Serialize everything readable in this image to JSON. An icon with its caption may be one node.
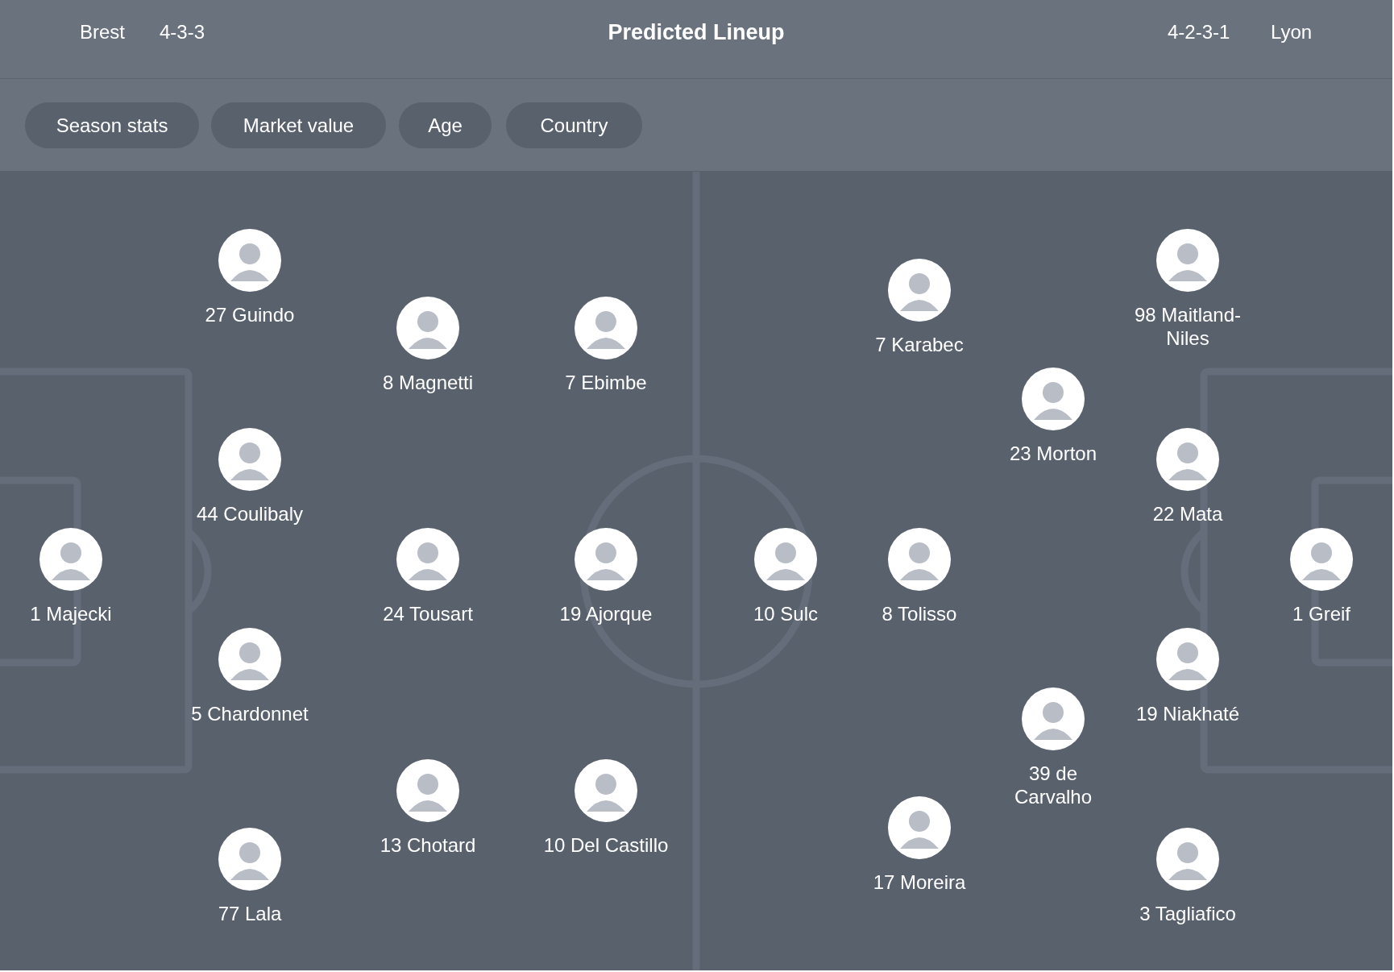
{
  "diagram": {
    "title": "Predicted Lineup",
    "nodes": [
      {
        "text": [
          "Season stats"
        ]
      },
      {
        "text": [
          "Market value"
        ]
      },
      {
        "text": [
          "Age"
        ]
      },
      {
        "text": [
          "Country"
        ]
      },
      {
        "text": [
          "1 Majecki"
        ]
      },
      {
        "text": [
          "27 Guindo"
        ]
      },
      {
        "text": [
          "44 Coulibaly"
        ]
      },
      {
        "text": [
          "5 Chardonnet"
        ]
      },
      {
        "text": [
          "77 Lala"
        ]
      },
      {
        "text": [
          "8 Magnetti"
        ]
      },
      {
        "text": [
          "24 Tousart"
        ]
      },
      {
        "text": [
          "13 Chotard"
        ]
      },
      {
        "text": [
          "7 Ebimbe"
        ]
      },
      {
        "text": [
          "19 Ajorque"
        ]
      },
      {
        "text": [
          "10 Del Castillo"
        ]
      },
      {
        "text": [
          "10 Sulc"
        ]
      },
      {
        "text": [
          "7 Karabec"
        ]
      },
      {
        "text": [
          "8 Tolisso"
        ]
      },
      {
        "text": [
          "17 Moreira"
        ]
      },
      {
        "text": [
          "23 Morton"
        ]
      },
      {
        "text": [
          "39 de Carvalho"
        ]
      },
      {
        "text": [
          "98 Maitland-Niles"
        ]
      },
      {
        "text": [
          "22 Mata"
        ]
      },
      {
        "text": [
          "19 Niakhaté"
        ]
      },
      {
        "text": [
          "3 Tagliafico"
        ]
      },
      {
        "text": [
          "1 Greif"
        ]
      }
    ],
    "labels": [
      "Brest",
      "4-3-3",
      "4-2-3-1",
      "Lyon"
    ]
  }
}
